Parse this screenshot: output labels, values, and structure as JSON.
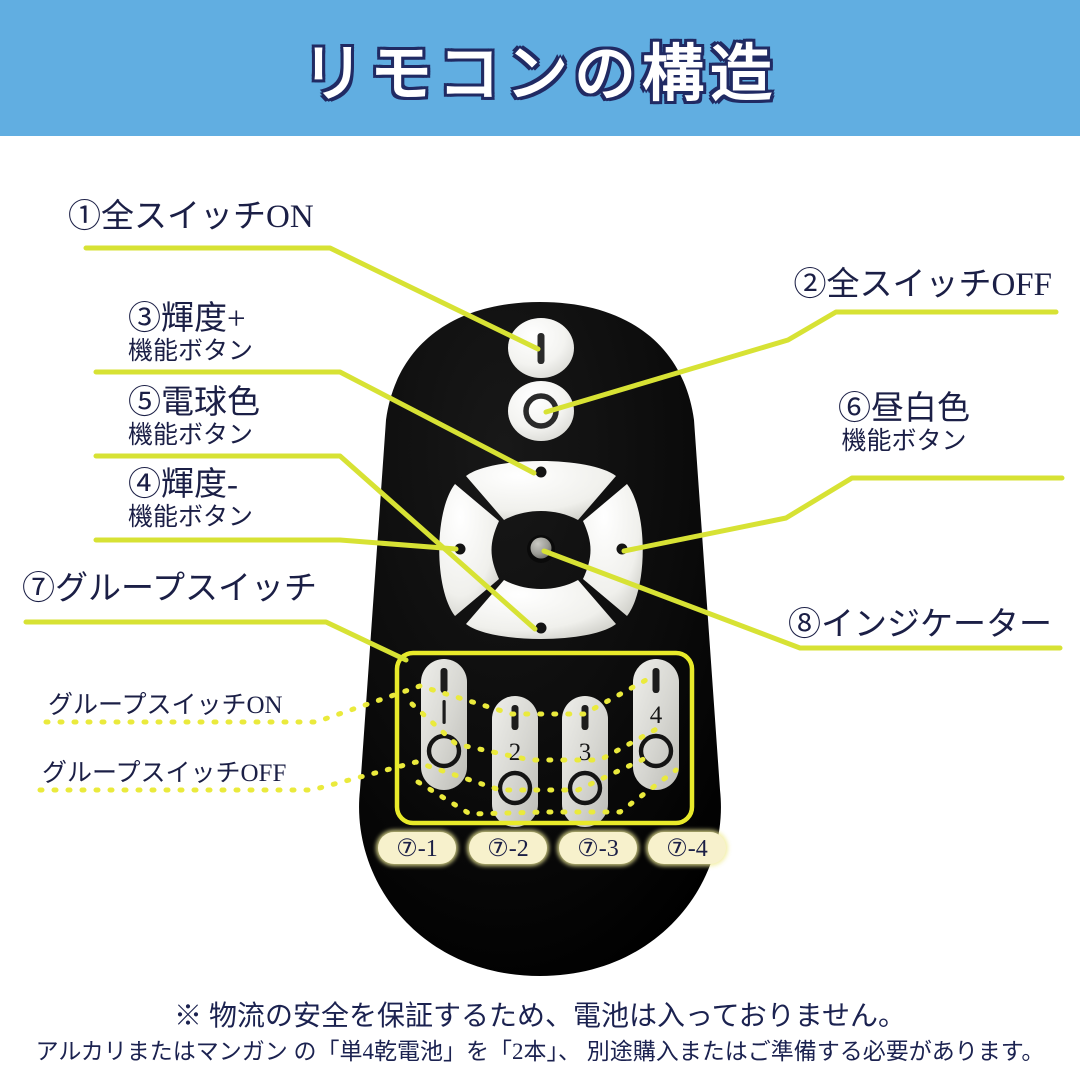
{
  "header": {
    "title": "リモコンの構造",
    "bg_color": "#61aee1",
    "text_color": "#ffffff",
    "outline_color": "#202a63"
  },
  "colors": {
    "leader_line": "#d7e234",
    "dashed_line": "#eaea3c",
    "remote_body": "#080808",
    "button_face": "#f2f2ef",
    "group_box_border": "#e8ea2a",
    "pill_bg": "#f7f1cc",
    "label_text": "#1b1f46"
  },
  "callouts": {
    "one": {
      "title": "①全スイッチON",
      "sub": ""
    },
    "two": {
      "title": "②全スイッチOFF",
      "sub": ""
    },
    "three": {
      "title": "③輝度+",
      "sub": "機能ボタン"
    },
    "four": {
      "title": "④輝度-",
      "sub": "機能ボタン"
    },
    "five": {
      "title": "⑤電球色",
      "sub": "機能ボタン"
    },
    "six": {
      "title": "⑥昼白色",
      "sub": "機能ボタン"
    },
    "seven": {
      "title": "⑦グループスイッチ",
      "sub": ""
    },
    "eight": {
      "title": "⑧インジケーター",
      "sub": ""
    },
    "group_on": "グループスイッチON",
    "group_off": "グループスイッチOFF"
  },
  "group_pills": [
    {
      "label": "⑦-1"
    },
    {
      "label": "⑦-2"
    },
    {
      "label": "⑦-3"
    },
    {
      "label": "⑦-4"
    }
  ],
  "remote": {
    "power_on_button": {
      "glyph": "|"
    },
    "power_off_button": {
      "glyph": "○"
    },
    "dpad": {
      "segments": [
        "brightness-up",
        "daylight-white",
        "brightness-down",
        "bulb-color"
      ],
      "center": "indicator"
    },
    "group_switches": [
      {
        "number": "1",
        "on_glyph": "|",
        "off_glyph": "○"
      },
      {
        "number": "2",
        "on_glyph": "|",
        "off_glyph": "○"
      },
      {
        "number": "3",
        "on_glyph": "|",
        "off_glyph": "○"
      },
      {
        "number": "4",
        "on_glyph": "|",
        "off_glyph": "○"
      }
    ]
  },
  "footer": {
    "line1": "※ 物流の安全を保証するため、電池は入っておりません。",
    "line2": "アルカリまたはマンガン の「単4乾電池」を「2本」、 別途購入またはご準備する必要があります。"
  }
}
